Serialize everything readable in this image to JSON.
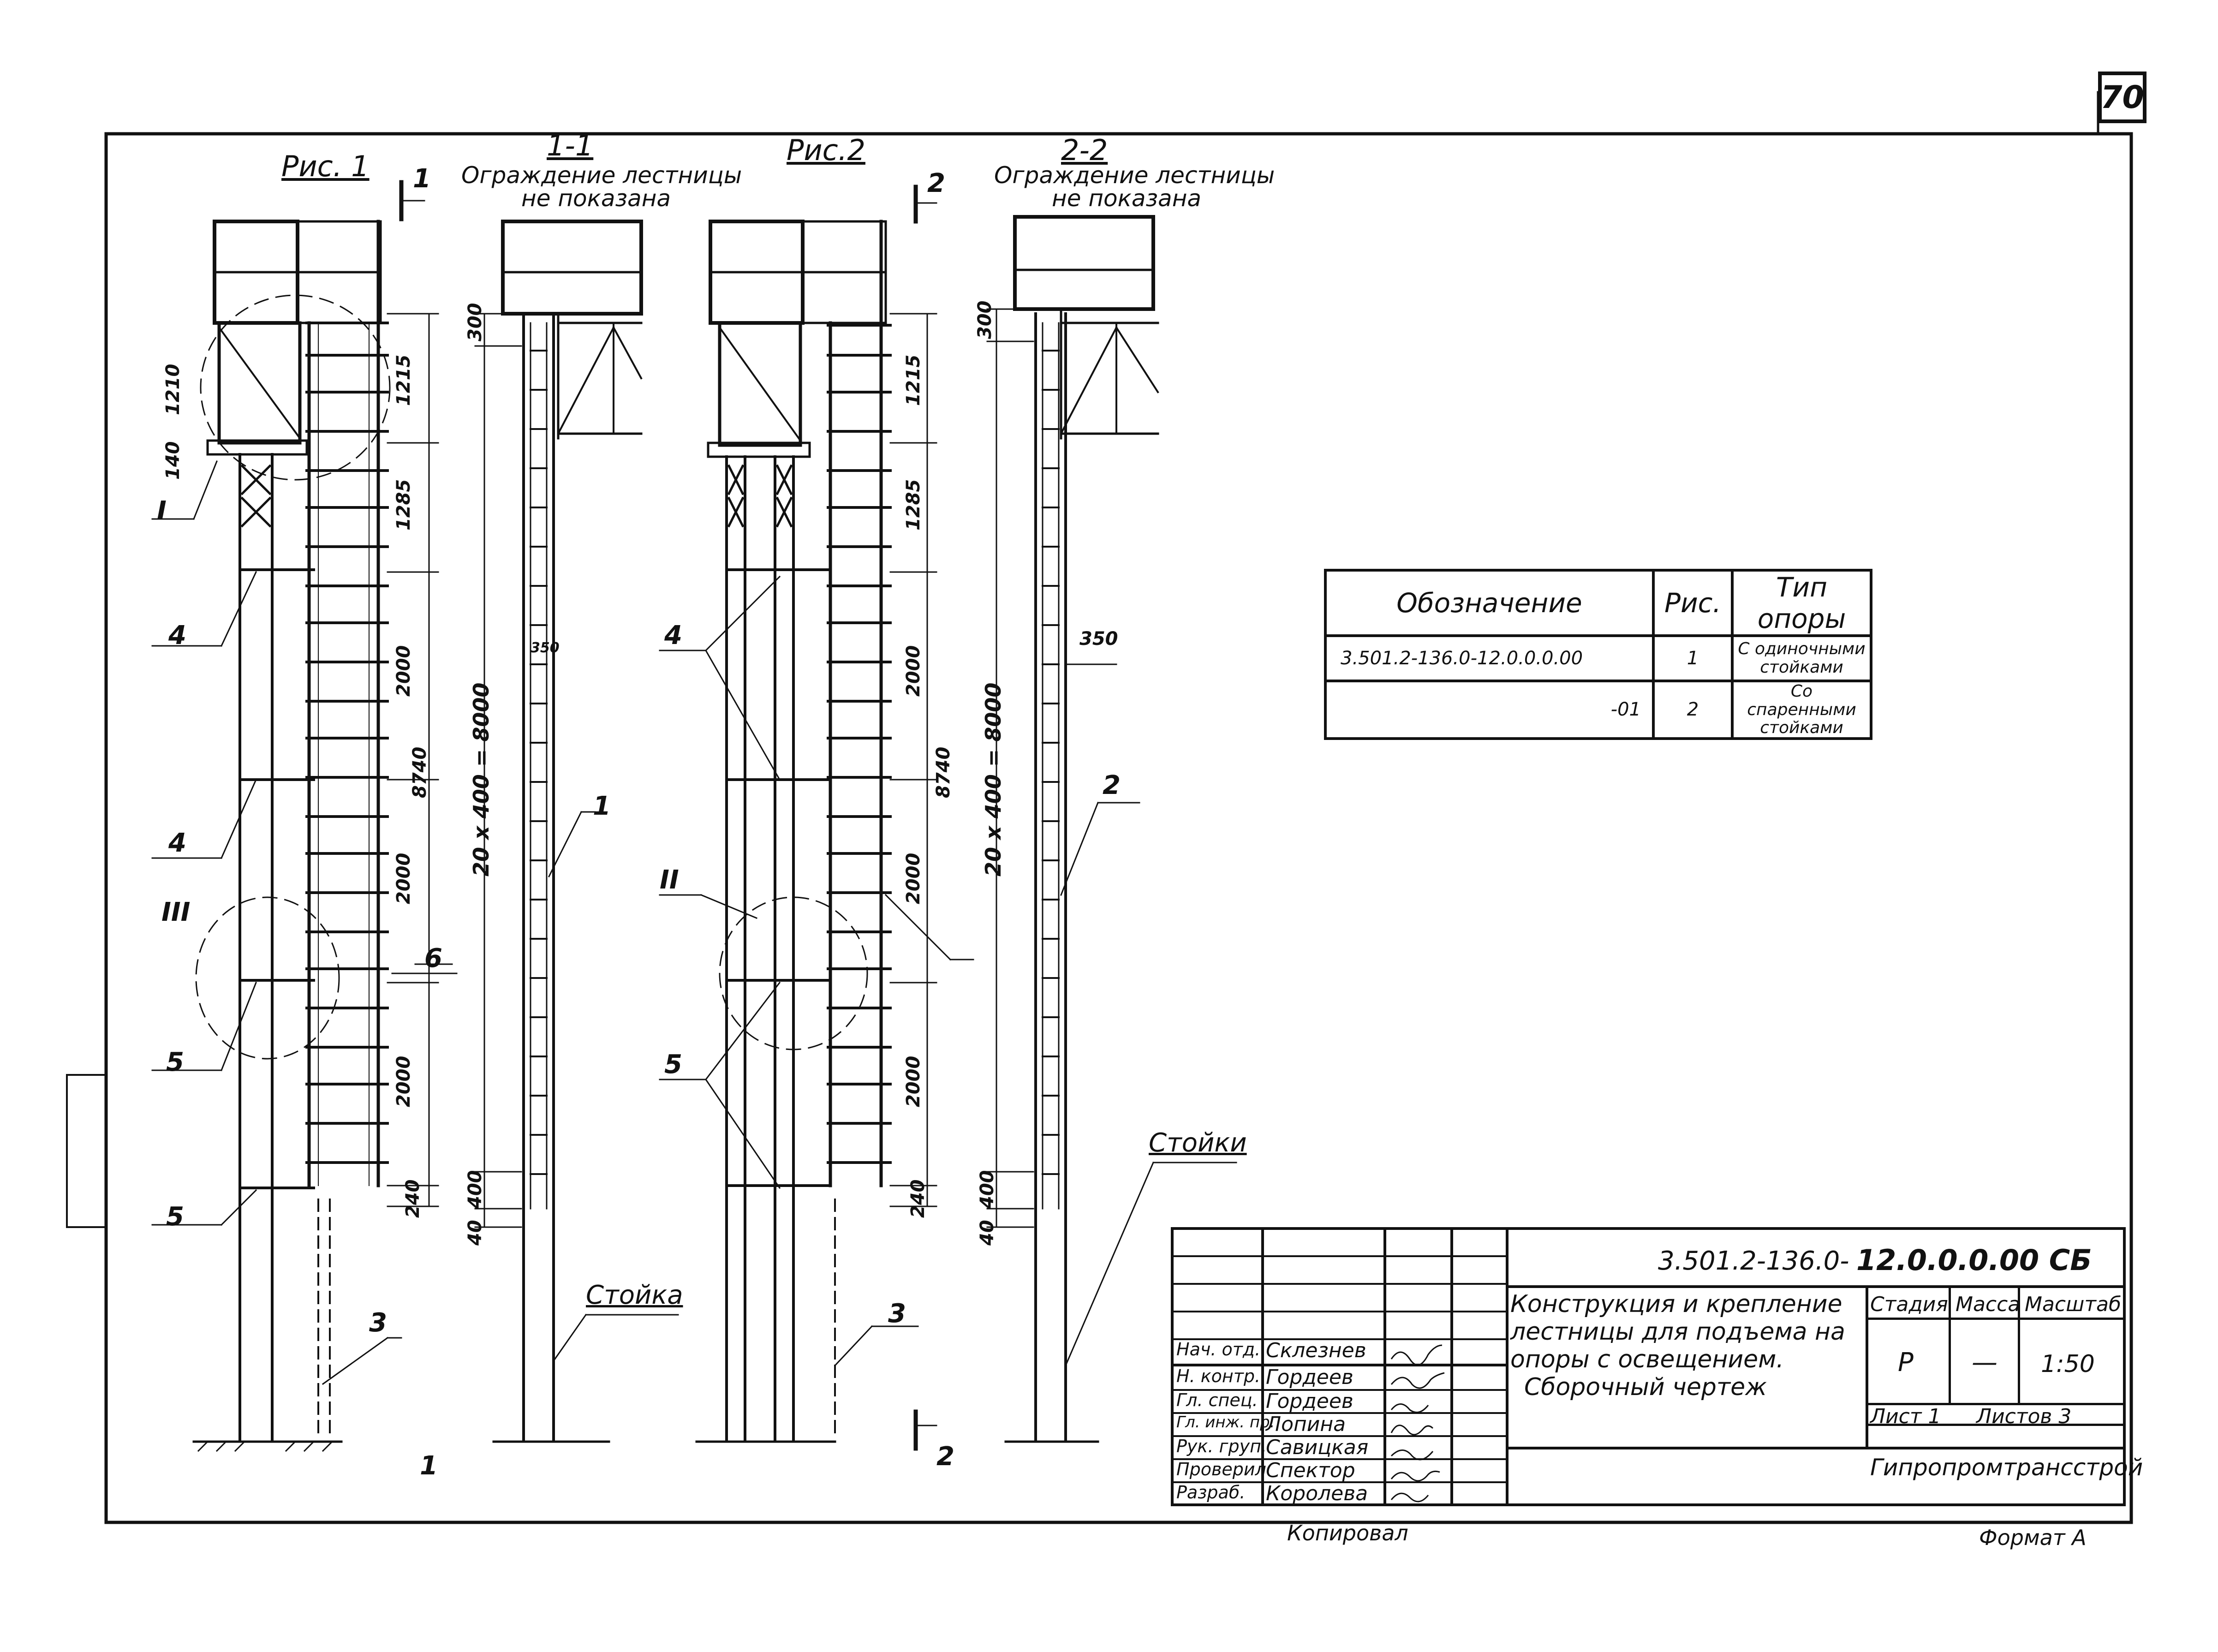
{
  "sheet_number": "70",
  "figures": {
    "fig1": {
      "title": "Рис. 1",
      "section_mark": "1"
    },
    "sec11": {
      "title": "1-1",
      "note_line1": "Ограждение лестницы",
      "note_line2": "не показана",
      "post_label": "Стойка"
    },
    "fig2": {
      "title": "Рис.2",
      "section_mark": "2"
    },
    "sec22": {
      "title": "2-2",
      "note_line1": "Ограждение лестницы",
      "note_line2": "не показана",
      "post_label": "Стойки"
    }
  },
  "callouts": {
    "fig1": [
      "4",
      "4",
      "5",
      "5",
      "6",
      "3"
    ],
    "fig1_views": [
      "I",
      "III"
    ],
    "sec11": [
      "1"
    ],
    "fig2": [
      "4",
      "5",
      "3"
    ],
    "fig2_views": [
      "II"
    ],
    "sec22": [
      "2"
    ],
    "bottom_marks": [
      "1",
      "2"
    ]
  },
  "dimensions": {
    "fig1_circle": [
      "1210",
      "140"
    ],
    "fig1_right": [
      "1215",
      "1285",
      "2000",
      "2000",
      "2000",
      "240"
    ],
    "fig1_total": "8740",
    "sec11_top": "300",
    "sec11_span": "20 x 400 = 8000",
    "sec11_bottom": [
      "400",
      "40"
    ],
    "sec11_mid": "350",
    "fig2_right": [
      "1215",
      "1285",
      "2000",
      "2000",
      "2000",
      "240"
    ],
    "fig2_total": "8740",
    "sec22_top": "300",
    "sec22_span": "20 x 400 = 8000",
    "sec22_bottom": [
      "400",
      "40"
    ],
    "sec22_mid": "350"
  },
  "spec_table": {
    "headers": [
      "Обозначение",
      "Рис.",
      "Тип опоры"
    ],
    "rows": [
      {
        "designation": "3.501.2-136.0-12.0.0.0.00",
        "fig": "1",
        "type_line1": "С одиночными",
        "type_line2": "стойками"
      },
      {
        "designation": "-01",
        "fig": "2",
        "type_line1": "Со спаренными",
        "type_line2": "стойками"
      }
    ]
  },
  "title_block": {
    "doc_code": "3.501.2-136.0-",
    "doc_suffix": "12.0.0.0.00 СБ",
    "title_lines": [
      "Конструкция и крепление",
      "лестницы для подъема на",
      "опоры с освещением.",
      "Сборочный чертеж"
    ],
    "stage_label": "Стадия",
    "mass_label": "Масса",
    "scale_label": "Масштаб",
    "stage": "Р",
    "mass": "—",
    "scale": "1:50",
    "sheet_label": "Лист 1",
    "sheets_label": "Листов 3",
    "organization": "Гипропромтрансстрой",
    "staff": [
      {
        "role": "Нач. отд.",
        "name": "Склезнев"
      },
      {
        "role": "Н. контр.",
        "name": "Гордеев"
      },
      {
        "role": "Гл. спец.",
        "name": "Гордеев"
      },
      {
        "role": "Гл. инж. пр.",
        "name": "Лопина"
      },
      {
        "role": "Рук. груп.",
        "name": "Савицкая"
      },
      {
        "role": "Проверил",
        "name": "Спектор"
      },
      {
        "role": "Разраб.",
        "name": "Королева"
      }
    ]
  },
  "footer": {
    "copied": "Копировал",
    "format": "Формат А"
  }
}
